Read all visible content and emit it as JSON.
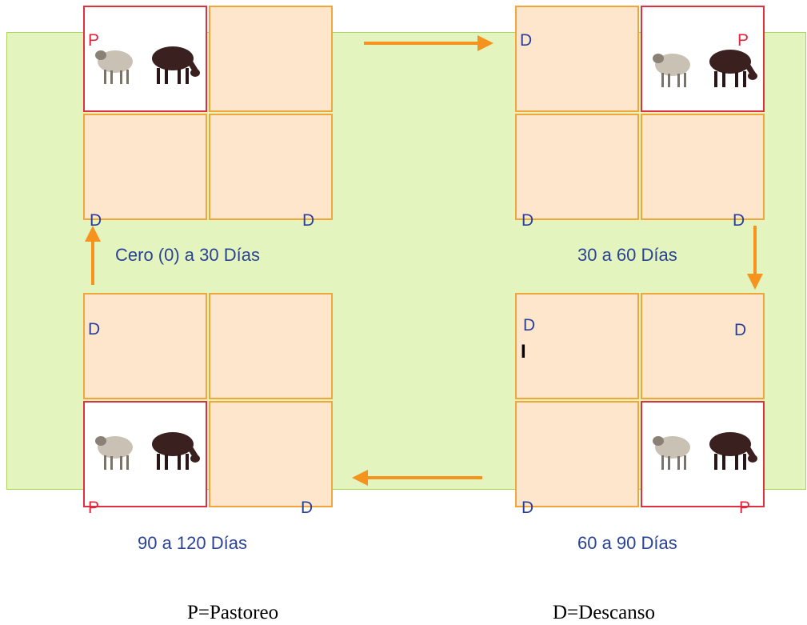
{
  "diagram": {
    "colors": {
      "field_background": "#e3f4be",
      "paddock_fill": "#fde6cc",
      "paddock_border": "#f0a63a",
      "grazing_border": "#e03040",
      "arrow": "#f5931e",
      "rest_letter": "#2a3f9a",
      "graze_letter": "#e3243c",
      "period_text": "#2b4395"
    },
    "quadrants": {
      "q1": {
        "period": "Cero (0) a 30 Días",
        "top_left_letter": "P",
        "bottom_left_letter": "D",
        "bottom_right_letter": "D",
        "grazing_icons": [
          "sheep-icon",
          "llama-icon"
        ]
      },
      "q2": {
        "period": "30 a 60 Días",
        "top_left_letter": "D",
        "top_right_letter": "P",
        "bottom_left_letter": "D",
        "bottom_right_letter": "D",
        "grazing_icons": [
          "sheep-icon",
          "llama-icon"
        ]
      },
      "q3": {
        "period": "90 a 120 Días",
        "top_left_letter": "D",
        "bottom_left_letter": "P",
        "bottom_right_letter": "D",
        "grazing_icons": [
          "sheep-icon",
          "llama-icon"
        ]
      },
      "q4": {
        "period": "60 a 90 Días",
        "top_left_letter": "D",
        "cursor_mark": "I",
        "top_right_letter": "D",
        "bottom_left_letter": "D",
        "bottom_right_letter": "P",
        "grazing_icons": [
          "sheep-icon",
          "llama-icon"
        ]
      }
    },
    "legend": {
      "grazing": "P=Pastoreo",
      "rest": "D=Descanso"
    }
  }
}
